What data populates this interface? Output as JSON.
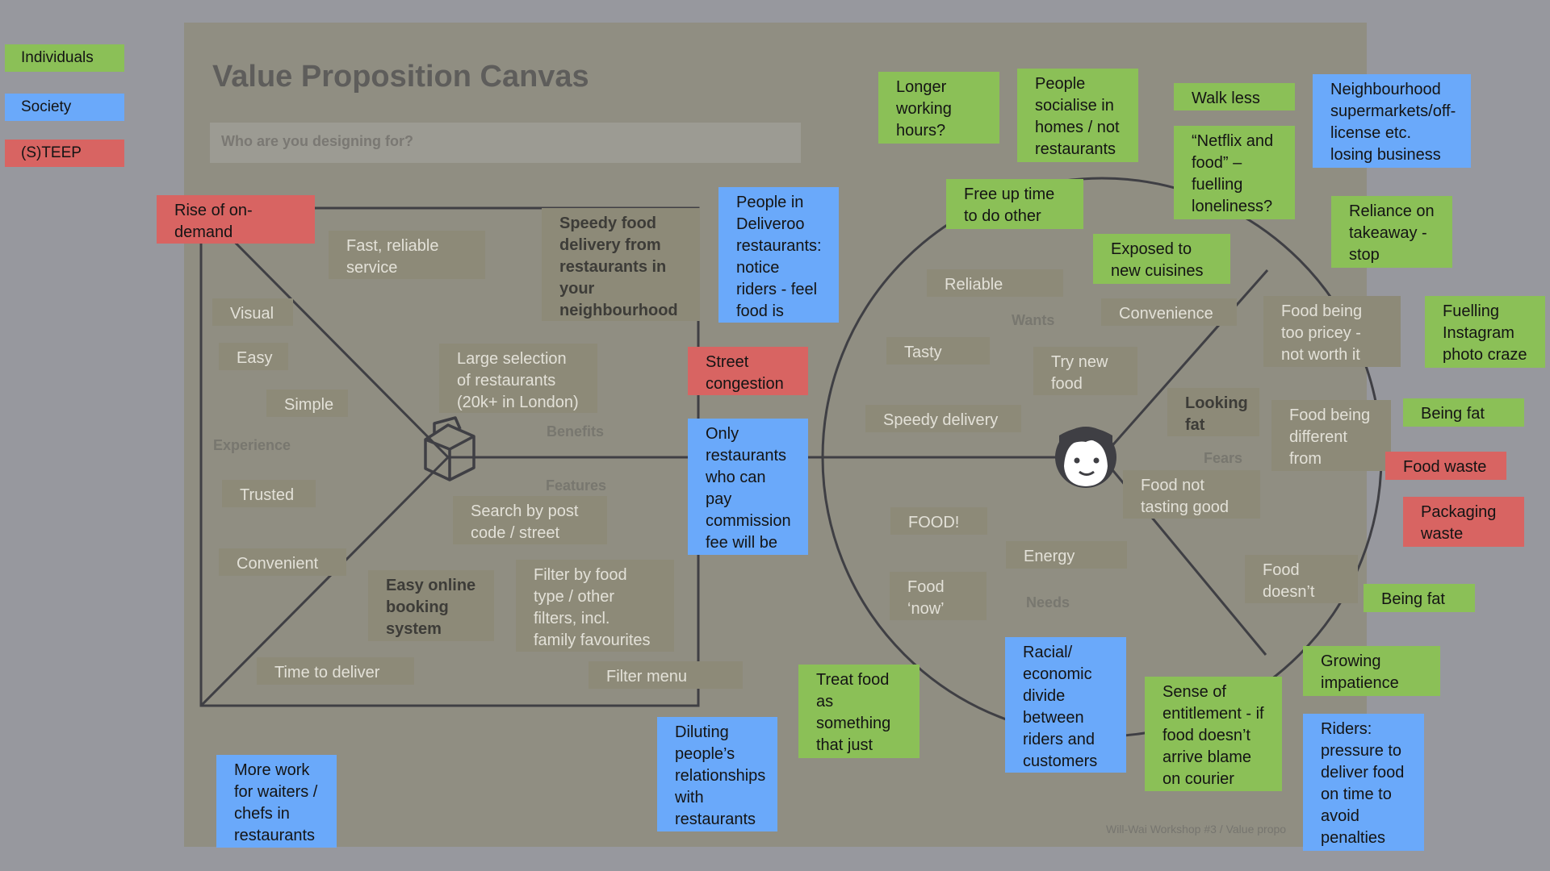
{
  "legend": [
    {
      "label": "Individuals",
      "color": "#8bc057"
    },
    {
      "label": "Society",
      "color": "#6aa9fa"
    },
    {
      "label": "(S)TEEP",
      "color": "#d86462"
    }
  ],
  "canvas": {
    "title": "Value Proposition Canvas",
    "question_placeholder": "Who are you designing for?",
    "footer": "Will-Wai Workshop #3 / Value propo"
  },
  "section_labels": {
    "experience": "Experience",
    "benefits": "Benefits",
    "features": "Features",
    "wants": "Wants",
    "fears": "Fears",
    "needs": "Needs"
  },
  "product_notes": [
    "Fast, reliable service",
    "Speedy food delivery from restaurants in your neighbourhood",
    "Visual",
    "Easy",
    "Simple",
    "Large selection of restaurants (20k+ in London)",
    "Trusted",
    "Search by post code / street name",
    "Convenient",
    "Easy online booking system",
    "Filter by food type / other filters, incl. family favourites or gluten-free",
    "Time to deliver",
    "Filter menu"
  ],
  "customer_notes": [
    "Reliable service",
    "Convenience",
    "Tasty food",
    "Try new food",
    "Looking fat",
    "Speedy delivery",
    "Food being too pricey - not worth it",
    "Food being different from photos",
    "Food not tasting good",
    "FOOD!",
    "Energy",
    "Food ‘now’",
    "Food doesn’t arrive"
  ],
  "sticky_notes": [
    "Rise of on-demand economy",
    "People in Deliveroo restaurants: notice riders - feel food is slower",
    "Street congestion",
    "Only restaurants who can pay commission fee will be represented",
    "More work for waiters / chefs in restaurants",
    "Diluting people’s relationships with restaurants",
    "Treat food as something that just comes to you",
    "Racial/ economic divide between riders and customers",
    "Sense of entitlement - if food doesn’t arrive blame on courier",
    "Growing impatience",
    "Riders: pressure to deliver food on time to avoid penalties",
    "Longer working hours?",
    "People socialise in homes / not restaurants",
    "Walk less",
    "Neighbourhood supermarkets/off-license etc. losing business",
    "“Netflix and food” – fuelling loneliness?",
    "Free up time to do other things",
    "Reliance on takeaway - stop cooking",
    "Exposed to new cuisines",
    "Fuelling Instagram photo craze",
    "Being fat",
    "Food waste",
    "Packaging waste",
    "Being fat"
  ]
}
